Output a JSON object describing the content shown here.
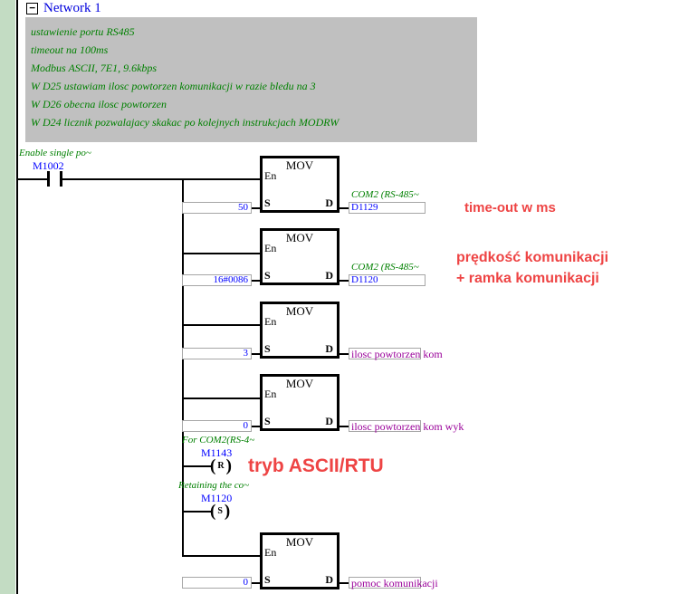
{
  "colors": {
    "annotation_red": "#ee4444",
    "comment_green": "#008000",
    "device_blue": "#0000ff",
    "symbol_purple": "#990099",
    "comment_bg_gray": "#c0c0c0",
    "gutter_green": "#c3dcc3"
  },
  "header": {
    "collapse_glyph": "−",
    "title": "Network 1"
  },
  "network_comment": {
    "lines": [
      "ustawienie portu RS485",
      "timeout na 100ms",
      "Modbus ASCII, 7E1, 9.6kbps",
      "W D25 ustawiam ilosc powtorzen komunikacji w razie bledu na 3",
      "W D26 obecna ilosc powtorzen",
      "W D24 licznik pozwalajacy skakac po kolejnych instrukcjach MODRW"
    ]
  },
  "block_labels": {
    "title": "MOV",
    "en": "En",
    "s": "S",
    "d": "D",
    "paren_open": "(",
    "paren_close": ")"
  },
  "contact": {
    "comment": "Enable single po~",
    "device": "M1002"
  },
  "movs": [
    {
      "s_value": "50",
      "d_comment": "COM2 (RS-485~",
      "d_device": "D1129"
    },
    {
      "s_value": "16#0086",
      "d_comment": "COM2 (RS-485~",
      "d_device": "D1120"
    },
    {
      "s_value": "3",
      "d_symbol": "ilosc powtorzen kom"
    },
    {
      "s_value": "0",
      "d_symbol": "ilosc powtorzen kom wyk"
    },
    {
      "s_value": "0",
      "d_symbol": "pomoc komunikacji"
    }
  ],
  "coils": [
    {
      "comment": "For COM2(RS-4~",
      "device": "M1143",
      "letter": "R"
    },
    {
      "comment": "Retaining the co~",
      "device": "M1120",
      "letter": "S"
    }
  ],
  "annotations": [
    {
      "text": "time-out w ms"
    },
    {
      "text": "prędkość komunikacji"
    },
    {
      "text": "+ ramka komunikacji"
    },
    {
      "text": "tryb ASCII/RTU"
    }
  ]
}
